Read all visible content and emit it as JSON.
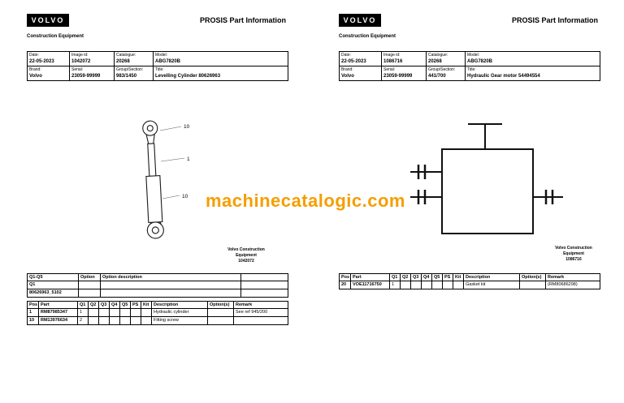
{
  "watermark": {
    "text": "machinecatalogic.com",
    "color": "#f59e00"
  },
  "shared": {
    "logo": "VOLVO",
    "doc_title": "PROSIS Part Information",
    "division": "Construction Equipment",
    "meta_labels": {
      "date": "Date:",
      "image_id": "Image id:",
      "catalogue": "Catalogue:",
      "model": "Model:",
      "brand": "Brand:",
      "serial": "Serial:",
      "group": "Group/Section:",
      "title": "Title:"
    },
    "parts_headers": [
      "Pos",
      "Part",
      "Q1",
      "Q2",
      "Q3",
      "Q4",
      "Q5",
      "PS",
      "Kit",
      "Description",
      "Option(s)",
      "Remark"
    ]
  },
  "left": {
    "meta": {
      "date": "22-05-2023",
      "image_id": "1042072",
      "catalogue": "20268",
      "model": "ABG7820B",
      "brand": "Volvo",
      "serial": "23059-99999",
      "group": "983/1450",
      "title": "Levelling Cylinder 80626963"
    },
    "callouts": {
      "c1": "10",
      "c2": "1",
      "c3": "10"
    },
    "caption": {
      "line1": "Volvo Construction",
      "line2": "Equipment",
      "line3": "1042072"
    },
    "q_table": {
      "headers": {
        "h1": "Q1-Q5",
        "h2": "Option",
        "h3": "Option description"
      },
      "rows": [
        {
          "c1": "Q1"
        },
        {
          "c1": "80626963_5102"
        }
      ]
    },
    "parts": {
      "rows": [
        {
          "pos": "1",
          "part": "RM87985347",
          "q1": "1",
          "desc": "Hydraulic cylinder",
          "options": "",
          "remark": "See ref 945/200"
        },
        {
          "pos": "10",
          "part": "RM13976634",
          "q1": "2",
          "desc": "Fitting screw",
          "options": "",
          "remark": ""
        }
      ]
    }
  },
  "right": {
    "meta": {
      "date": "22-05-2023",
      "image_id": "1086716",
      "catalogue": "20268",
      "model": "ABG7820B",
      "brand": "Volvo",
      "serial": "23059-99999",
      "group": "441/700",
      "title": "Hydraulic Gear motor 54494554"
    },
    "caption": {
      "line1": "Volvo Construction",
      "line2": "Equipment",
      "line3": "1086716"
    },
    "parts": {
      "rows": [
        {
          "pos": "20",
          "part": "VOE11716750",
          "q1": "1",
          "desc": "Gasket kit",
          "options": "",
          "remark": "(RM80686298)"
        }
      ]
    }
  }
}
